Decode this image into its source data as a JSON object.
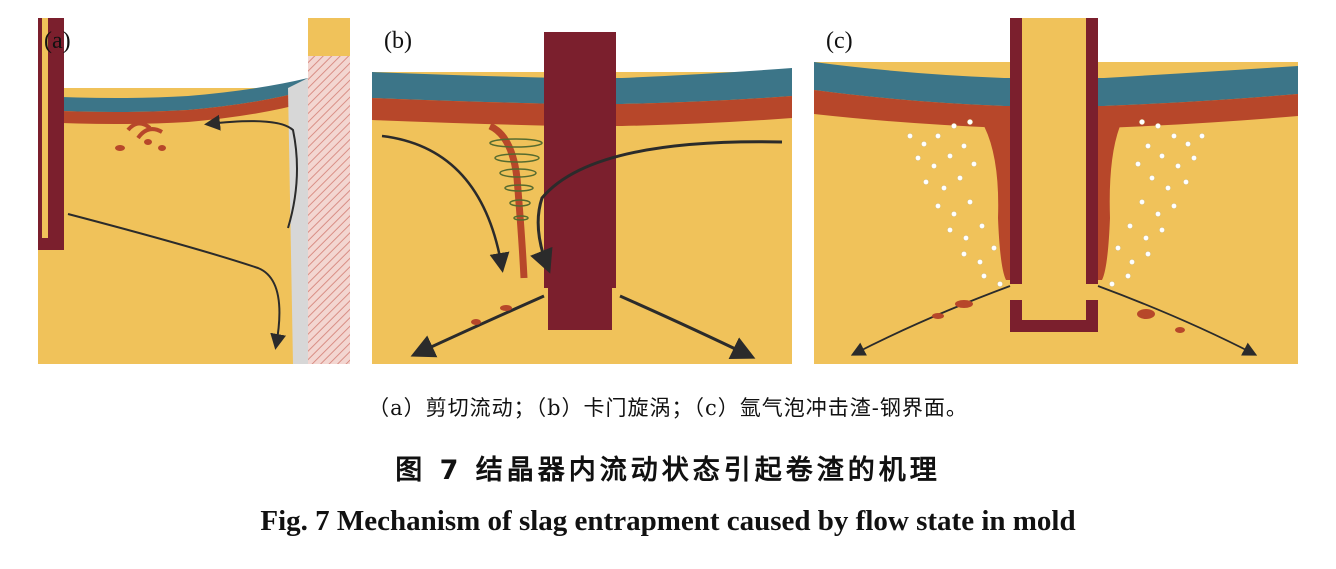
{
  "panels": [
    {
      "label": "(a)"
    },
    {
      "label": "(b)"
    },
    {
      "label": "(c)"
    }
  ],
  "captions": {
    "subcaption": "（a）剪切流动；（b）卡门旋涡；（c）氩气泡冲击渣-钢界面。",
    "figure_title_cn": "图 7    结晶器内流动状态引起卷渣的机理",
    "figure_title_en": "Fig. 7    Mechanism of slag entrapment caused by flow state in mold"
  },
  "colors": {
    "steel": "#f0c25a",
    "slag_layer": "#b7472a",
    "flux_layer": "#3c7588",
    "nozzle": "#7b1f2d",
    "mold_wall": "#f1c9c4",
    "flow_line": "#2b2b2b",
    "bubble": "#ffffff"
  }
}
